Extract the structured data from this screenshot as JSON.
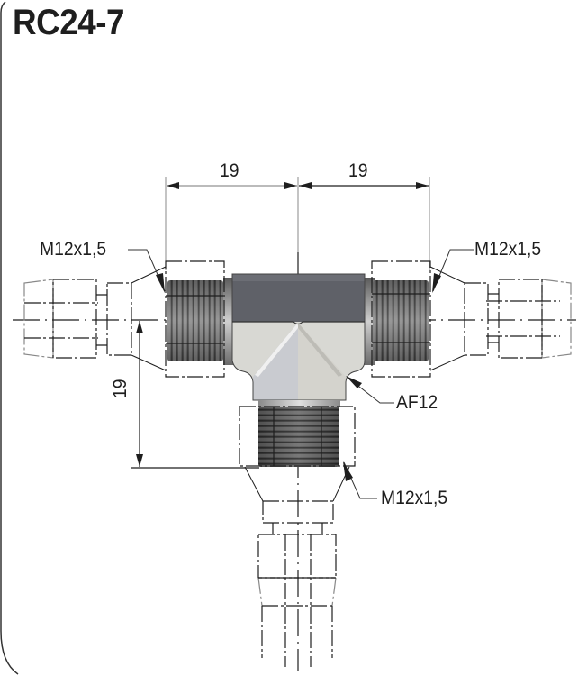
{
  "title": "RC24-7",
  "dimensions": {
    "top_left": "19",
    "top_right": "19",
    "vertical_left": "19"
  },
  "callouts": {
    "thread_left": "M12x1,5",
    "thread_right": "M12x1,5",
    "thread_bottom": "M12x1,5",
    "across_flats": "AF12"
  },
  "colors": {
    "line": "#1e1e1e",
    "body_dark": "#5f6168",
    "body_light": "#d6d6d2",
    "thread": "#6a6a6a"
  }
}
